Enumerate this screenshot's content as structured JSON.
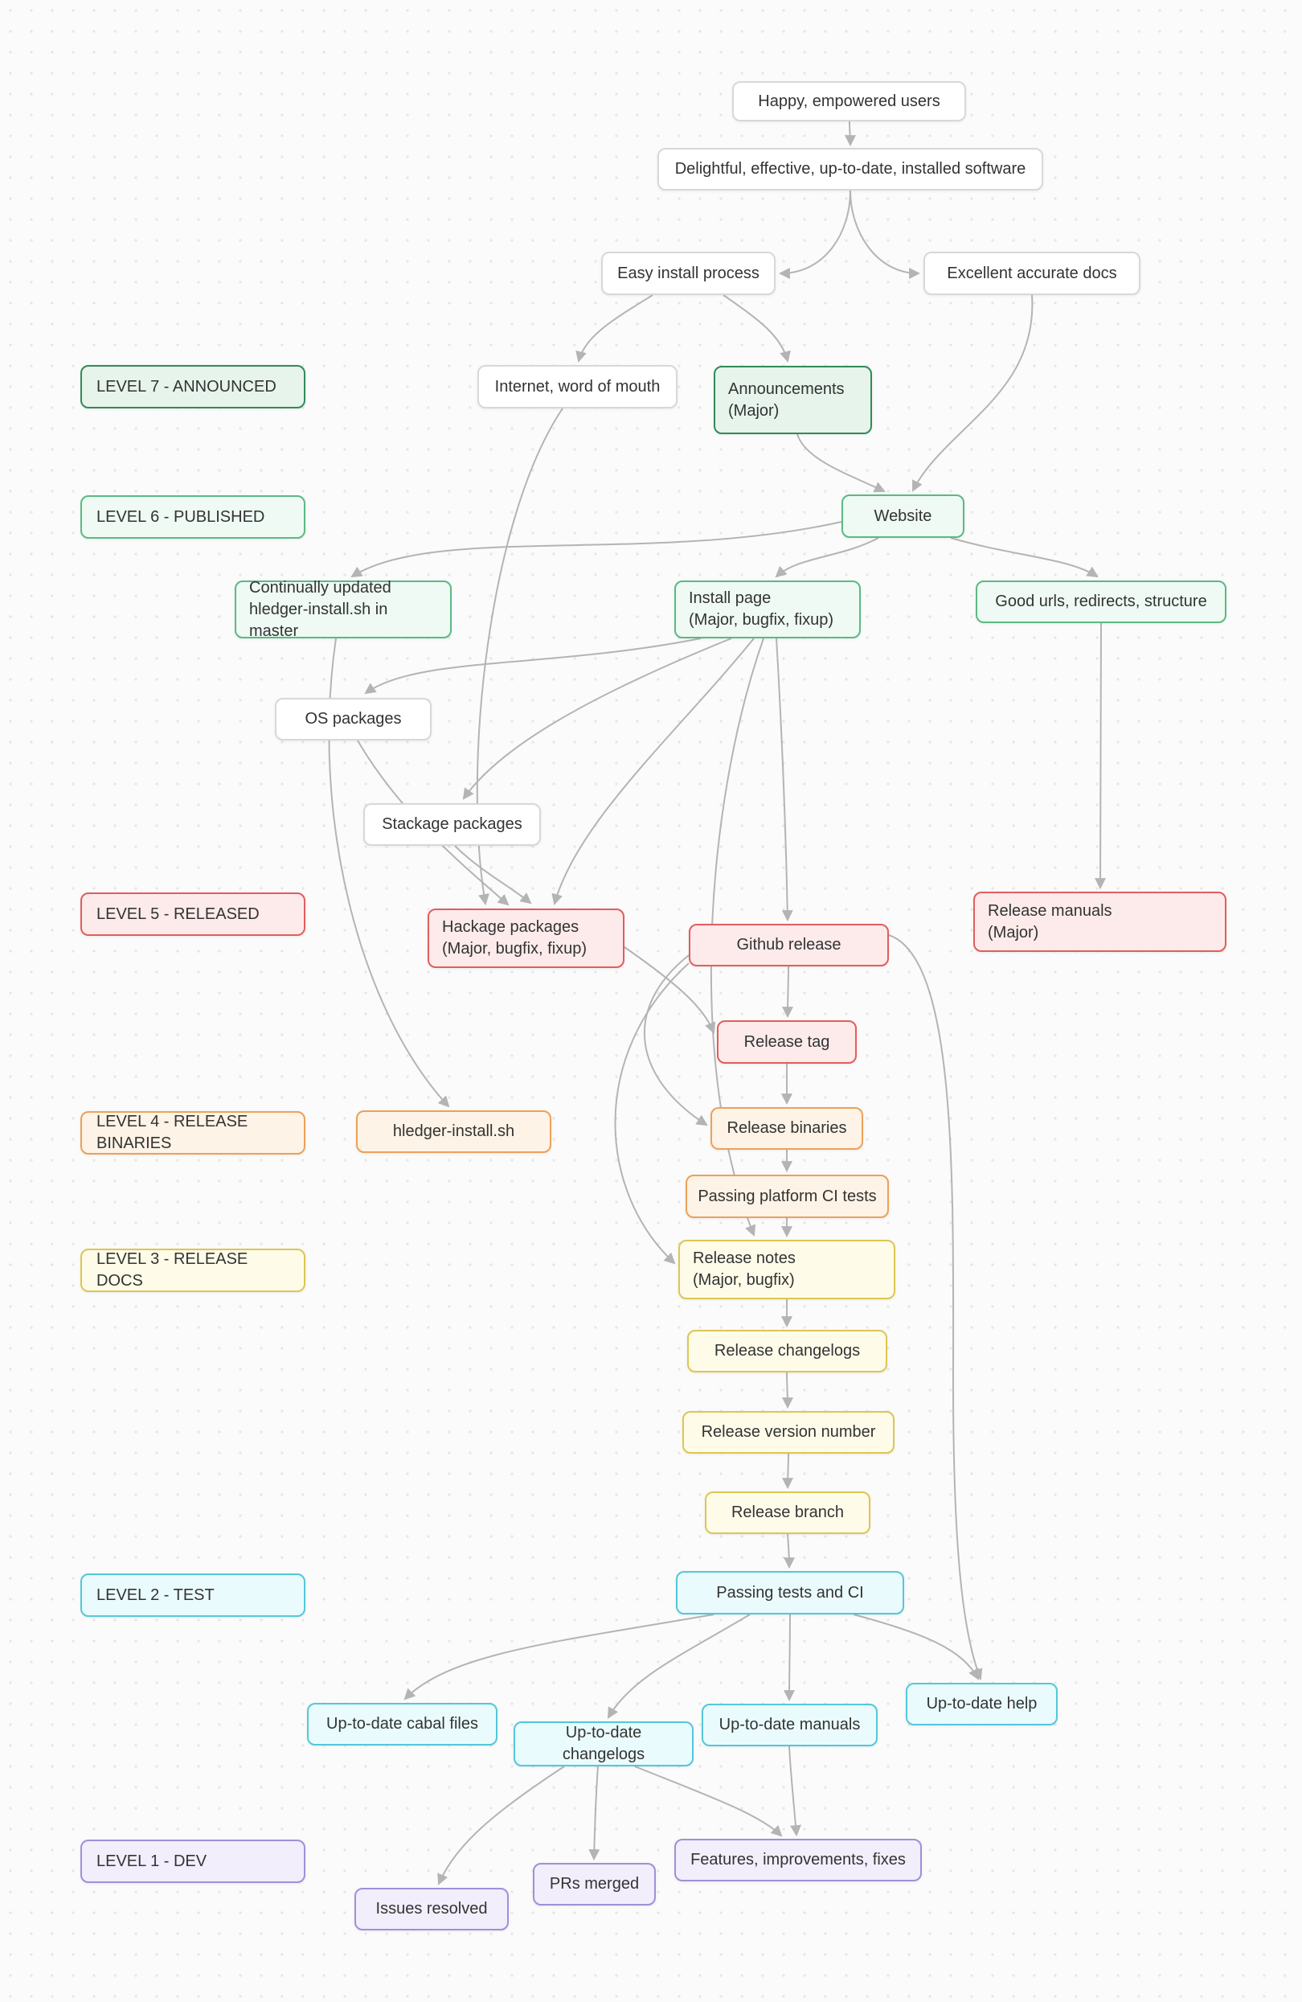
{
  "palette": {
    "lv7": {
      "border": "#338a5a",
      "fill": "#e6f4ec"
    },
    "lv6": {
      "border": "#5cb985",
      "fill": "#eefaf3"
    },
    "lv5": {
      "border": "#e35d5d",
      "fill": "#fdebeb"
    },
    "lv4": {
      "border": "#eca159",
      "fill": "#fdf3e6"
    },
    "lv3": {
      "border": "#ddc653",
      "fill": "#fefce9"
    },
    "lv2": {
      "border": "#52c8da",
      "fill": "#eafbfd"
    },
    "lv1": {
      "border": "#a18fd8",
      "fill": "#f2eefc"
    },
    "neutral": {
      "border": "#d8d8d8",
      "fill": "#ffffff"
    },
    "edge": "#b4b4b4",
    "background": "#fafbfa"
  },
  "levels": [
    {
      "id": "level7",
      "label": "LEVEL 7 - ANNOUNCED"
    },
    {
      "id": "level6",
      "label": "LEVEL 6 - PUBLISHED"
    },
    {
      "id": "level5",
      "label": "LEVEL 5 - RELEASED"
    },
    {
      "id": "level4",
      "label": "LEVEL 4 - RELEASE BINARIES"
    },
    {
      "id": "level3",
      "label": "LEVEL 3 - RELEASE DOCS"
    },
    {
      "id": "level2",
      "label": "LEVEL 2 - TEST"
    },
    {
      "id": "level1",
      "label": "LEVEL 1 - DEV"
    }
  ],
  "nodes": {
    "happy": {
      "label": "Happy, empowered users"
    },
    "delightful": {
      "label": "Delightful, effective, up-to-date, installed software"
    },
    "easy_install": {
      "label": "Easy install process"
    },
    "excellent_docs": {
      "label": "Excellent accurate docs"
    },
    "internet": {
      "label": "Internet, word of mouth"
    },
    "announcements": {
      "label": "Announcements",
      "sublabel": "(Major)"
    },
    "website": {
      "label": "Website"
    },
    "continually_updated": {
      "label": "Continually updated",
      "sublabel": "hledger-install.sh in master"
    },
    "install_page": {
      "label": "Install page",
      "sublabel": "(Major, bugfix, fixup)"
    },
    "good_urls": {
      "label": "Good urls, redirects, structure"
    },
    "os_packages": {
      "label": "OS packages"
    },
    "stackage": {
      "label": "Stackage packages"
    },
    "hackage": {
      "label": "Hackage packages",
      "sublabel": "(Major, bugfix, fixup)"
    },
    "github_release": {
      "label": "Github release"
    },
    "release_manuals": {
      "label": "Release manuals",
      "sublabel": "(Major)"
    },
    "release_tag": {
      "label": "Release tag"
    },
    "hledger_install": {
      "label": "hledger-install.sh"
    },
    "release_binaries": {
      "label": "Release binaries"
    },
    "platform_ci": {
      "label": "Passing platform CI tests"
    },
    "release_notes": {
      "label": "Release notes",
      "sublabel": "(Major, bugfix)"
    },
    "release_changelogs": {
      "label": "Release changelogs"
    },
    "release_version": {
      "label": "Release version number"
    },
    "release_branch": {
      "label": "Release branch"
    },
    "passing_tests": {
      "label": "Passing tests and CI"
    },
    "utd_cabal": {
      "label": "Up-to-date cabal files"
    },
    "utd_changelogs": {
      "label": "Up-to-date changelogs"
    },
    "utd_manuals": {
      "label": "Up-to-date manuals"
    },
    "utd_help": {
      "label": "Up-to-date help"
    },
    "features": {
      "label": "Features, improvements, fixes"
    },
    "prs": {
      "label": "PRs merged"
    },
    "issues": {
      "label": "Issues resolved"
    }
  },
  "edges": [
    {
      "from": "happy",
      "to": "delightful"
    },
    {
      "from": "delightful",
      "to": "easy_install"
    },
    {
      "from": "delightful",
      "to": "excellent_docs"
    },
    {
      "from": "easy_install",
      "to": "internet"
    },
    {
      "from": "easy_install",
      "to": "announcements"
    },
    {
      "from": "excellent_docs",
      "to": "website"
    },
    {
      "from": "announcements",
      "to": "website"
    },
    {
      "from": "website",
      "to": "install_page"
    },
    {
      "from": "website",
      "to": "continually_updated"
    },
    {
      "from": "website",
      "to": "good_urls"
    },
    {
      "from": "good_urls",
      "to": "release_manuals"
    },
    {
      "from": "internet",
      "to": "hackage"
    },
    {
      "from": "install_page",
      "to": "os_packages"
    },
    {
      "from": "install_page",
      "to": "stackage"
    },
    {
      "from": "install_page",
      "to": "hackage"
    },
    {
      "from": "install_page",
      "to": "github_release"
    },
    {
      "from": "install_page",
      "to": "release_notes"
    },
    {
      "from": "os_packages",
      "to": "hackage"
    },
    {
      "from": "stackage",
      "to": "hackage"
    },
    {
      "from": "continually_updated",
      "to": "hledger_install"
    },
    {
      "from": "hackage",
      "to": "release_tag"
    },
    {
      "from": "github_release",
      "to": "release_tag"
    },
    {
      "from": "github_release",
      "to": "release_binaries"
    },
    {
      "from": "github_release",
      "to": "release_notes"
    },
    {
      "from": "github_release",
      "to": "utd_help"
    },
    {
      "from": "release_tag",
      "to": "release_binaries"
    },
    {
      "from": "release_binaries",
      "to": "platform_ci"
    },
    {
      "from": "platform_ci",
      "to": "release_notes"
    },
    {
      "from": "release_notes",
      "to": "release_changelogs"
    },
    {
      "from": "release_changelogs",
      "to": "release_version"
    },
    {
      "from": "release_version",
      "to": "release_branch"
    },
    {
      "from": "release_branch",
      "to": "passing_tests"
    },
    {
      "from": "passing_tests",
      "to": "utd_cabal"
    },
    {
      "from": "passing_tests",
      "to": "utd_changelogs"
    },
    {
      "from": "passing_tests",
      "to": "utd_manuals"
    },
    {
      "from": "passing_tests",
      "to": "utd_help"
    },
    {
      "from": "utd_changelogs",
      "to": "issues"
    },
    {
      "from": "utd_changelogs",
      "to": "prs"
    },
    {
      "from": "utd_changelogs",
      "to": "features"
    },
    {
      "from": "utd_manuals",
      "to": "features"
    }
  ]
}
